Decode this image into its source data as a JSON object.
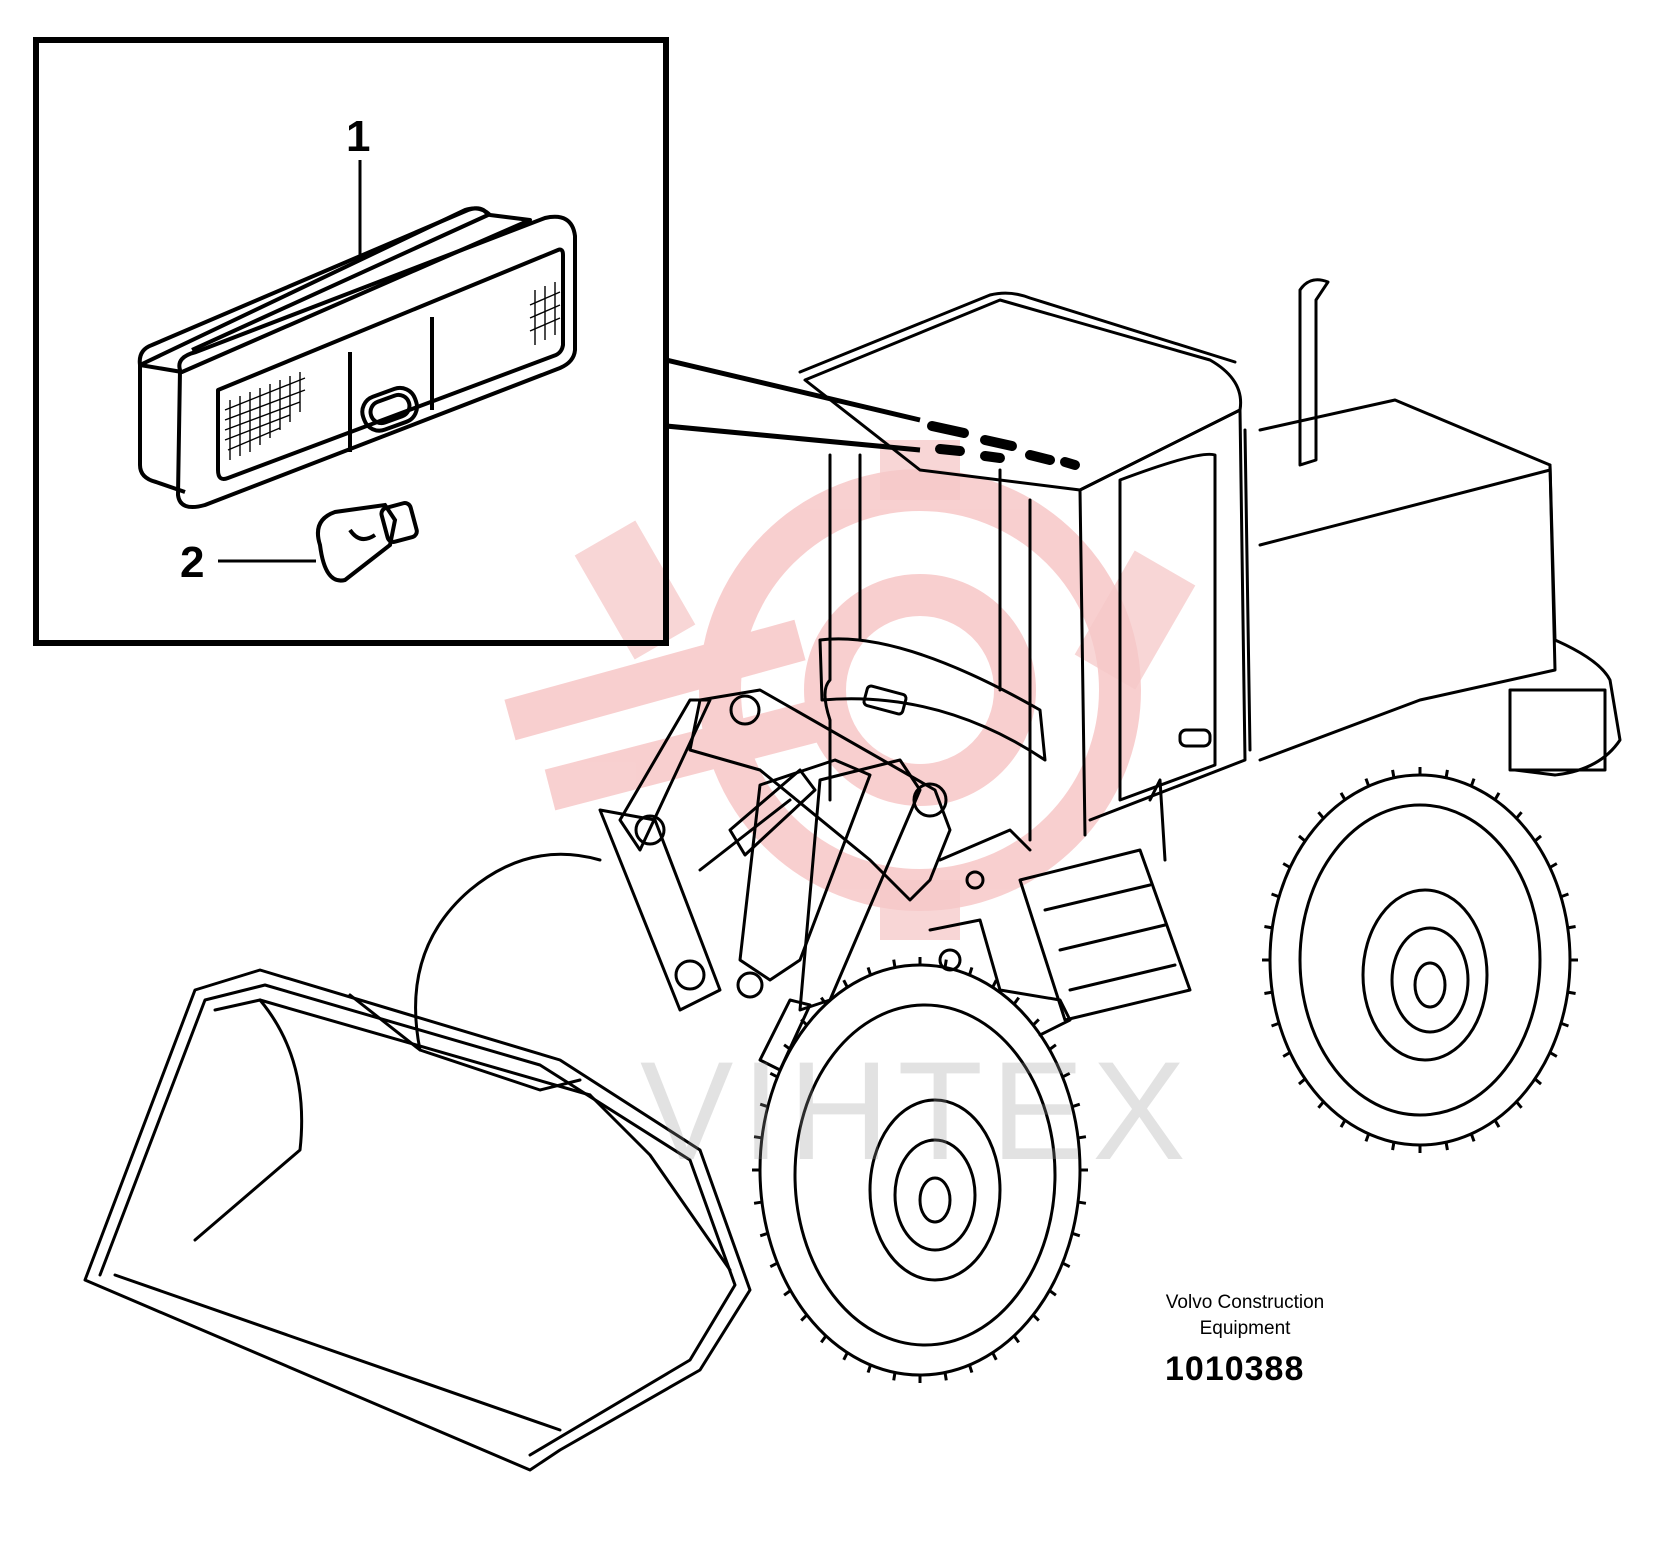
{
  "callouts": [
    {
      "number": "1",
      "part": "work-light-lamp-housing"
    },
    {
      "number": "2",
      "part": "bulb"
    }
  ],
  "manufacturer": "Volvo Construction Equipment",
  "manufacturer_line1": "Volvo Construction",
  "manufacturer_line2": "Equipment",
  "document_number": "1010388",
  "watermark": "VIHTEX",
  "colors": {
    "line": "#000000",
    "watermark_red": "#f4b7b7",
    "watermark_gray": "#c8c8c8"
  }
}
